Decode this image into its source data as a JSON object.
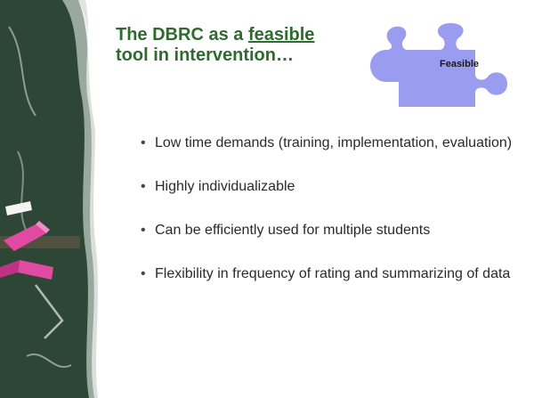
{
  "slide": {
    "title_part1": "The DBRC as a ",
    "title_underlined": "feasible",
    "title_part2": "tool in intervention…",
    "puzzle_label": "Feasible",
    "bullets": [
      "Low time demands (training, implementation, evaluation)",
      "Highly individualizable",
      "Can be efficiently used for multiple students",
      "Flexibility in frequency of rating and summarizing of data"
    ]
  },
  "colors": {
    "title": "#2e6b2e",
    "puzzle_fill": "#9a9cf0",
    "chalkboard": "#2f4a3a",
    "chalk_pink": "#e04aa0"
  },
  "icons": [
    "puzzle-piece-icon",
    "chalkboard-image",
    "chalk-piece-image"
  ]
}
